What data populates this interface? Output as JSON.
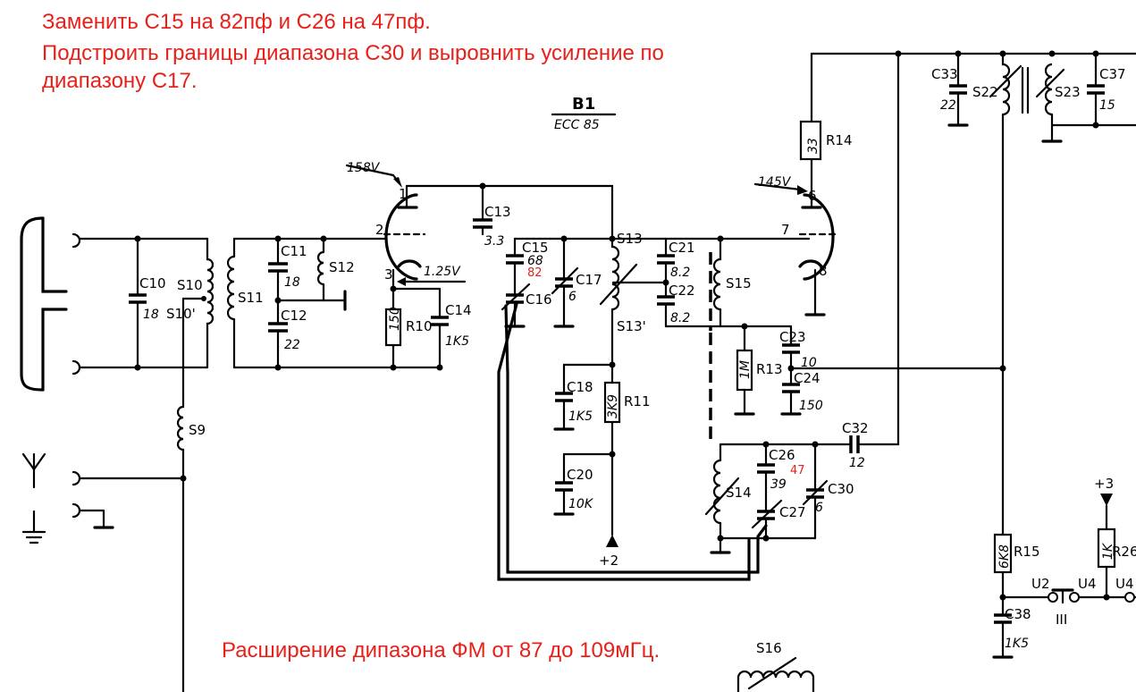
{
  "notes": {
    "line1": "Заменить С15 на 82пф и С26 на 47пф.",
    "line2": "Подстроить границы диапазона С30 и выровнить усиление по",
    "line3": "диапазону С17.",
    "bottom": "Расширение дипазона ФМ  от 87 до 109мГц."
  },
  "tube": {
    "name": "B1",
    "type": "ECC 85",
    "voltage_left": "158V",
    "voltage_right": "145V",
    "cathode_voltage": "1.25V"
  },
  "pins": {
    "p1": "1",
    "p2": "2",
    "p3": "3",
    "p6": "6",
    "p7": "7",
    "p8": "8"
  },
  "components": {
    "C10": {
      "label": "C10",
      "value": "18"
    },
    "S10": {
      "label": "S10",
      "tap": "S10'"
    },
    "S11": {
      "label": "S11"
    },
    "S9": {
      "label": "S9"
    },
    "C11": {
      "label": "C11",
      "value": "18"
    },
    "C12": {
      "label": "C12",
      "value": "22"
    },
    "S12": {
      "label": "S12"
    },
    "R10": {
      "label": "R10",
      "value": "150"
    },
    "C14": {
      "label": "C14",
      "value": "1K5"
    },
    "C13": {
      "label": "C13",
      "value": "3.3"
    },
    "C15": {
      "label": "C15",
      "value": "68",
      "new_value": "82"
    },
    "C16": {
      "label": "C16"
    },
    "C17": {
      "label": "C17",
      "value": "6"
    },
    "S13": {
      "label": "S13",
      "tap": "S13'"
    },
    "C18": {
      "label": "C18",
      "value": "1K5"
    },
    "R11": {
      "label": "R11",
      "value": "3K9"
    },
    "C20": {
      "label": "C20",
      "value": "10K"
    },
    "supply2": "+2",
    "C21": {
      "label": "C21",
      "value": "8.2"
    },
    "C22": {
      "label": "C22",
      "value": "8.2"
    },
    "S15": {
      "label": "S15"
    },
    "R13": {
      "label": "R13",
      "value": "1M"
    },
    "C23": {
      "label": "C23",
      "value": "10"
    },
    "C24": {
      "label": "C24",
      "value": "150"
    },
    "R14": {
      "label": "R14",
      "value": "33"
    },
    "C32": {
      "label": "C32",
      "value": "12"
    },
    "C26": {
      "label": "C26",
      "value": "39",
      "new_value": "47"
    },
    "C27": {
      "label": "C27"
    },
    "C30": {
      "label": "C30",
      "value": "6"
    },
    "S14": {
      "label": "S14"
    },
    "C33": {
      "label": "C33",
      "value": "22"
    },
    "S22": {
      "label": "S22"
    },
    "S23": {
      "label": "S23"
    },
    "C37": {
      "label": "C37",
      "value": "15"
    },
    "R15": {
      "label": "R15",
      "value": "6K8"
    },
    "C38": {
      "label": "C38",
      "value": "1K5"
    },
    "R26": {
      "label": "R26",
      "value": "1K"
    },
    "supply3": "+3",
    "U2": "U2",
    "U4a": "U4",
    "U4b": "U4",
    "switch": "III",
    "S16": {
      "label": "S16"
    }
  }
}
